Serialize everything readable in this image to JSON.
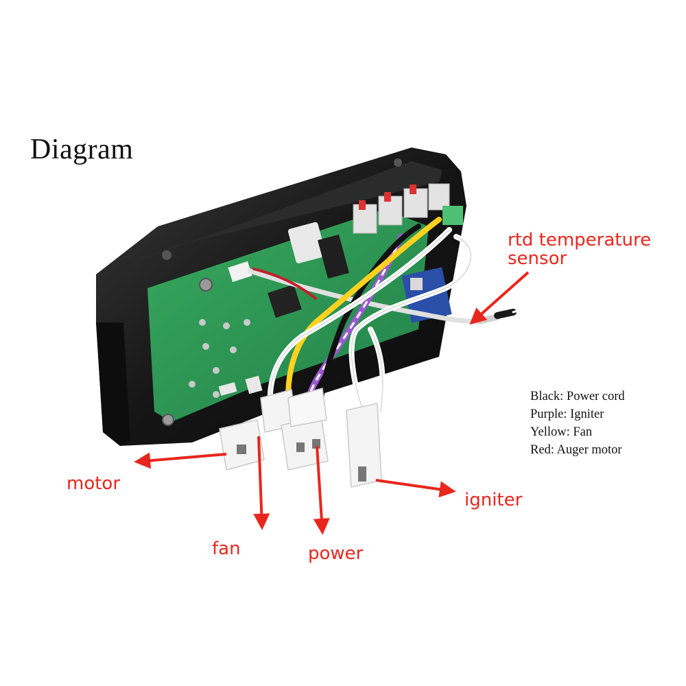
{
  "title": "Diagram",
  "colors": {
    "callout": "#e8261d",
    "pcb": "#2f9b55",
    "housing": "#1c1c1c"
  },
  "callouts": {
    "rtd": [
      "rtd temperature",
      "sensor"
    ],
    "motor": "motor",
    "fan": "fan",
    "power": "power",
    "igniter": "igniter"
  },
  "legend": [
    "Black: Power cord",
    "Purple: Igniter",
    "Yellow: Fan",
    "Red: Auger motor"
  ]
}
